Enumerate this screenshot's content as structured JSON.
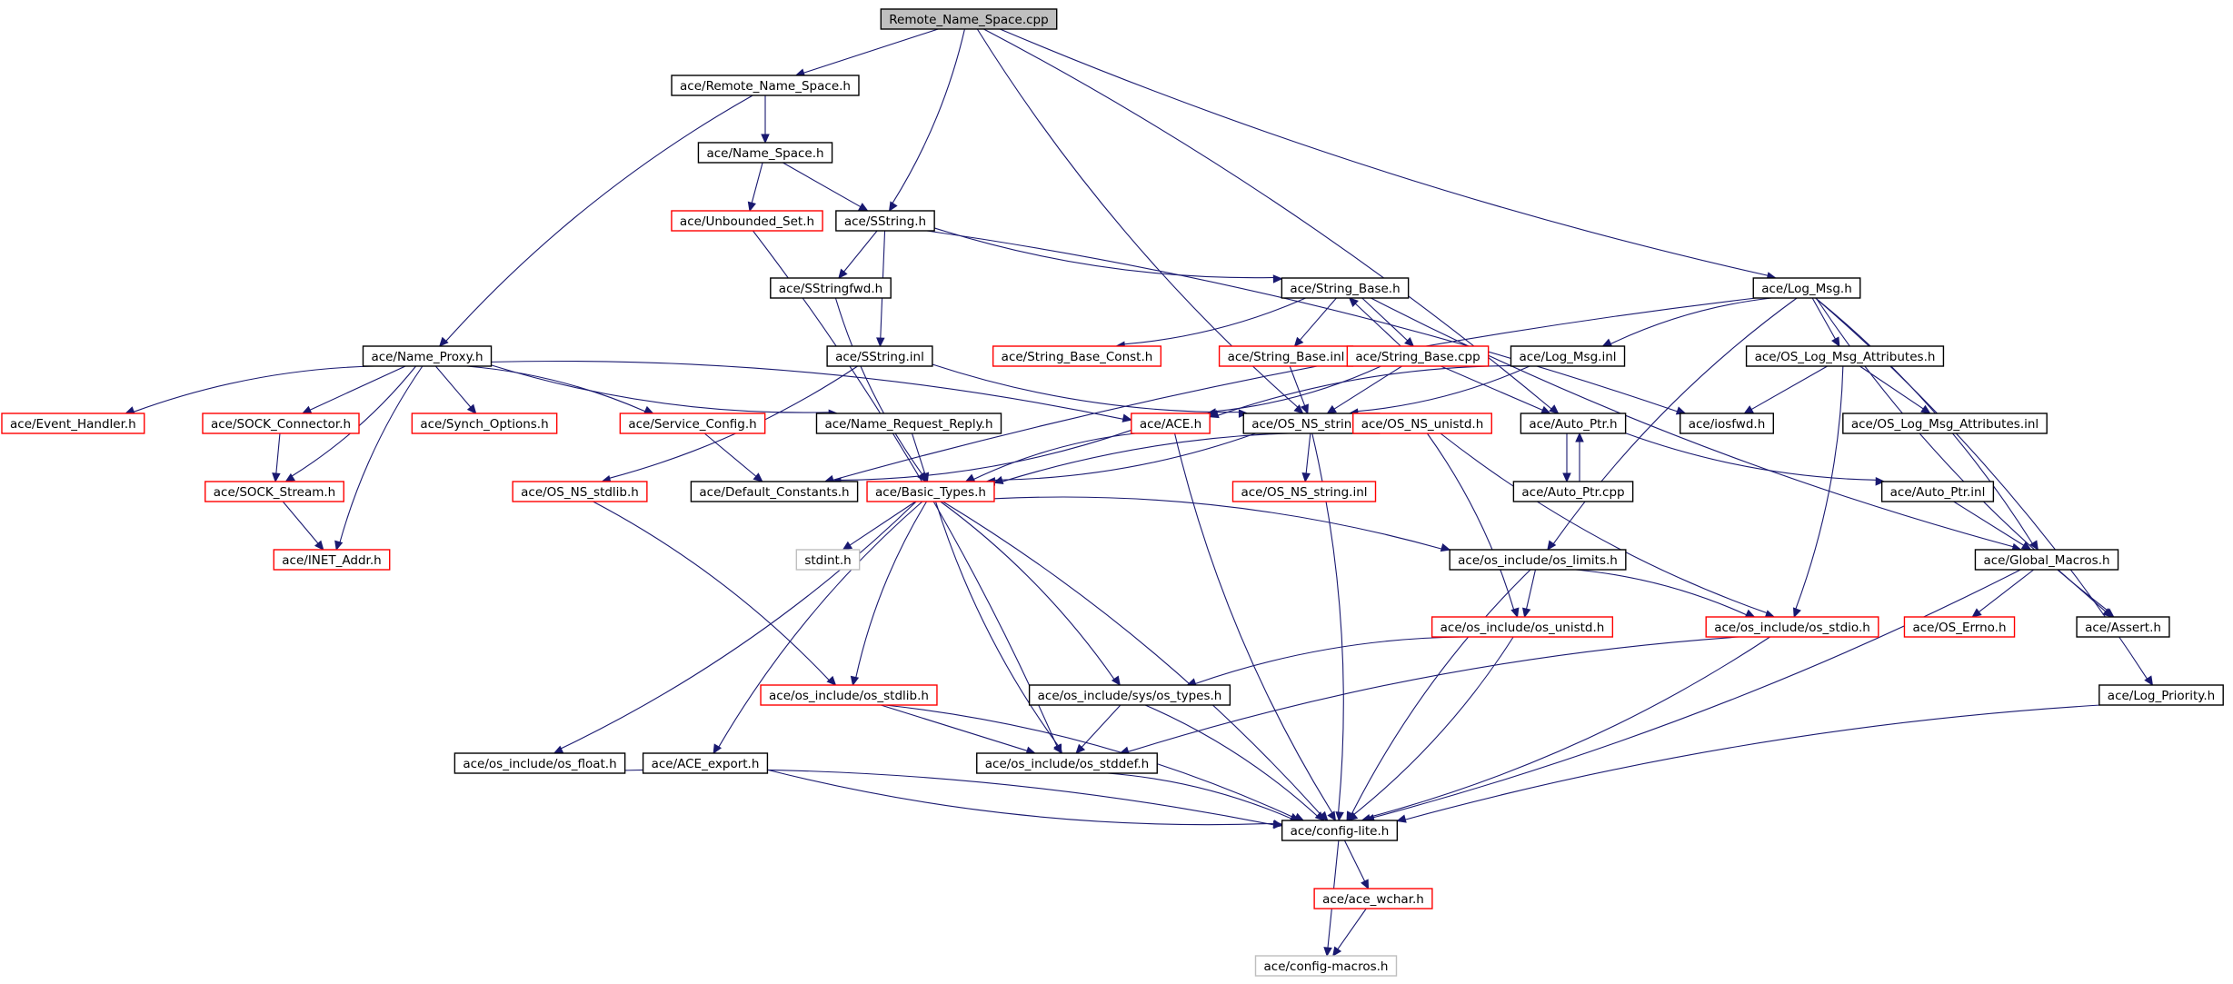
{
  "colors": {
    "edge": "#191970",
    "border_normal": "#000000",
    "border_truncated": "#ff0000",
    "border_system": "#bfbfbf",
    "root_fill": "#bfbfbf",
    "background": "#ffffff"
  },
  "nodes": [
    {
      "id": "root",
      "label": "Remote_Name_Space.cpp",
      "style": "root"
    },
    {
      "id": "rns_h",
      "label": "ace/Remote_Name_Space.h",
      "style": "normal"
    },
    {
      "id": "ns_h",
      "label": "ace/Name_Space.h",
      "style": "normal"
    },
    {
      "id": "uset",
      "label": "ace/Unbounded_Set.h",
      "style": "trunc"
    },
    {
      "id": "sstring",
      "label": "ace/SString.h",
      "style": "normal"
    },
    {
      "id": "sstrfwd",
      "label": "ace/SStringfwd.h",
      "style": "normal"
    },
    {
      "id": "strbase",
      "label": "ace/String_Base.h",
      "style": "normal"
    },
    {
      "id": "logmsg",
      "label": "ace/Log_Msg.h",
      "style": "normal"
    },
    {
      "id": "nproxy",
      "label": "ace/Name_Proxy.h",
      "style": "normal"
    },
    {
      "id": "sstrinl",
      "label": "ace/SString.inl",
      "style": "normal"
    },
    {
      "id": "sbconst",
      "label": "ace/String_Base_Const.h",
      "style": "trunc"
    },
    {
      "id": "sbinl",
      "label": "ace/String_Base.inl",
      "style": "trunc"
    },
    {
      "id": "sbcpp",
      "label": "ace/String_Base.cpp",
      "style": "trunc"
    },
    {
      "id": "logmsginl",
      "label": "ace/Log_Msg.inl",
      "style": "normal"
    },
    {
      "id": "oslma",
      "label": "ace/OS_Log_Msg_Attributes.h",
      "style": "normal"
    },
    {
      "id": "evh",
      "label": "ace/Event_Handler.h",
      "style": "trunc"
    },
    {
      "id": "sockc",
      "label": "ace/SOCK_Connector.h",
      "style": "trunc"
    },
    {
      "id": "synch",
      "label": "ace/Synch_Options.h",
      "style": "trunc"
    },
    {
      "id": "svcconf",
      "label": "ace/Service_Config.h",
      "style": "trunc"
    },
    {
      "id": "nrr",
      "label": "ace/Name_Request_Reply.h",
      "style": "normal"
    },
    {
      "id": "ace_h",
      "label": "ace/ACE.h",
      "style": "trunc"
    },
    {
      "id": "osnsstr",
      "label": "ace/OS_NS_string.h",
      "style": "normal"
    },
    {
      "id": "osnsuni",
      "label": "ace/OS_NS_unistd.h",
      "style": "trunc"
    },
    {
      "id": "autoptr",
      "label": "ace/Auto_Ptr.h",
      "style": "normal"
    },
    {
      "id": "iosfwd",
      "label": "ace/iosfwd.h",
      "style": "normal"
    },
    {
      "id": "oslmainl",
      "label": "ace/OS_Log_Msg_Attributes.inl",
      "style": "normal"
    },
    {
      "id": "socks",
      "label": "ace/SOCK_Stream.h",
      "style": "trunc"
    },
    {
      "id": "osnsstdlib",
      "label": "ace/OS_NS_stdlib.h",
      "style": "trunc"
    },
    {
      "id": "defconst",
      "label": "ace/Default_Constants.h",
      "style": "normal"
    },
    {
      "id": "btypes",
      "label": "ace/Basic_Types.h",
      "style": "trunc"
    },
    {
      "id": "osnsstrinl",
      "label": "ace/OS_NS_string.inl",
      "style": "trunc"
    },
    {
      "id": "autoptrcpp",
      "label": "ace/Auto_Ptr.cpp",
      "style": "normal"
    },
    {
      "id": "autoptrinl",
      "label": "ace/Auto_Ptr.inl",
      "style": "normal"
    },
    {
      "id": "inet",
      "label": "ace/INET_Addr.h",
      "style": "trunc"
    },
    {
      "id": "stdint",
      "label": "stdint.h",
      "style": "system"
    },
    {
      "id": "oslimits",
      "label": "ace/os_include/os_limits.h",
      "style": "normal"
    },
    {
      "id": "gmacros",
      "label": "ace/Global_Macros.h",
      "style": "normal"
    },
    {
      "id": "osunistd",
      "label": "ace/os_include/os_unistd.h",
      "style": "trunc"
    },
    {
      "id": "osstdio",
      "label": "ace/os_include/os_stdio.h",
      "style": "trunc"
    },
    {
      "id": "oserrno",
      "label": "ace/OS_Errno.h",
      "style": "trunc"
    },
    {
      "id": "assert",
      "label": "ace/Assert.h",
      "style": "normal"
    },
    {
      "id": "osstdlib",
      "label": "ace/os_include/os_stdlib.h",
      "style": "trunc"
    },
    {
      "id": "ostypes",
      "label": "ace/os_include/sys/os_types.h",
      "style": "normal"
    },
    {
      "id": "logprio",
      "label": "ace/Log_Priority.h",
      "style": "normal"
    },
    {
      "id": "osfloat",
      "label": "ace/os_include/os_float.h",
      "style": "normal"
    },
    {
      "id": "aceexp",
      "label": "ace/ACE_export.h",
      "style": "normal"
    },
    {
      "id": "osstddef",
      "label": "ace/os_include/os_stddef.h",
      "style": "normal"
    },
    {
      "id": "cfglite",
      "label": "ace/config-lite.h",
      "style": "normal"
    },
    {
      "id": "wchar",
      "label": "ace/ace_wchar.h",
      "style": "trunc"
    },
    {
      "id": "cfgmac",
      "label": "ace/config-macros.h",
      "style": "system"
    }
  ],
  "edges": [
    [
      "root",
      "rns_h"
    ],
    [
      "root",
      "sstring"
    ],
    [
      "root",
      "logmsg"
    ],
    [
      "root",
      "autoptr"
    ],
    [
      "root",
      "osnsstr"
    ],
    [
      "rns_h",
      "ns_h"
    ],
    [
      "rns_h",
      "nproxy"
    ],
    [
      "ns_h",
      "uset"
    ],
    [
      "ns_h",
      "sstring"
    ],
    [
      "uset",
      "osstddef"
    ],
    [
      "sstring",
      "sstrfwd"
    ],
    [
      "sstring",
      "sstrinl"
    ],
    [
      "sstring",
      "strbase"
    ],
    [
      "sstring",
      "iosfwd"
    ],
    [
      "sstrfwd",
      "btypes"
    ],
    [
      "sstrinl",
      "osnsstdlib"
    ],
    [
      "sstrinl",
      "osnsstr"
    ],
    [
      "strbase",
      "sbconst"
    ],
    [
      "strbase",
      "sbinl"
    ],
    [
      "strbase",
      "sbcpp"
    ],
    [
      "strbase",
      "gmacros"
    ],
    [
      "sbinl",
      "osnsstr"
    ],
    [
      "sbcpp",
      "strbase"
    ],
    [
      "sbcpp",
      "ace_h"
    ],
    [
      "sbcpp",
      "osnsstr"
    ],
    [
      "sbcpp",
      "autoptr"
    ],
    [
      "logmsg",
      "logmsginl"
    ],
    [
      "logmsg",
      "oslma"
    ],
    [
      "logmsg",
      "defconst"
    ],
    [
      "logmsg",
      "gmacros"
    ],
    [
      "logmsg",
      "assert"
    ],
    [
      "logmsg",
      "logprio"
    ],
    [
      "logmsg",
      "oslimits"
    ],
    [
      "logmsginl",
      "osnsstr"
    ],
    [
      "logmsginl",
      "ace_h"
    ],
    [
      "oslma",
      "iosfwd"
    ],
    [
      "oslma",
      "oslmainl"
    ],
    [
      "oslma",
      "osstdio"
    ],
    [
      "nproxy",
      "evh"
    ],
    [
      "nproxy",
      "sockc"
    ],
    [
      "nproxy",
      "synch"
    ],
    [
      "nproxy",
      "svcconf"
    ],
    [
      "nproxy",
      "nrr"
    ],
    [
      "nproxy",
      "socks"
    ],
    [
      "nproxy",
      "inet"
    ],
    [
      "nproxy",
      "ace_h"
    ],
    [
      "sockc",
      "socks"
    ],
    [
      "socks",
      "inet"
    ],
    [
      "svcconf",
      "defconst"
    ],
    [
      "nrr",
      "btypes"
    ],
    [
      "ace_h",
      "btypes"
    ],
    [
      "ace_h",
      "defconst"
    ],
    [
      "ace_h",
      "cfglite"
    ],
    [
      "osnsstr",
      "btypes"
    ],
    [
      "osnsstr",
      "osnsstrinl"
    ],
    [
      "osnsstr",
      "cfglite"
    ],
    [
      "osnsuni",
      "btypes"
    ],
    [
      "osnsuni",
      "osunistd"
    ],
    [
      "osnsuni",
      "osstdio"
    ],
    [
      "autoptr",
      "autoptrcpp"
    ],
    [
      "autoptr",
      "autoptrinl"
    ],
    [
      "autoptrcpp",
      "autoptr"
    ],
    [
      "autoptrinl",
      "gmacros"
    ],
    [
      "osnsstdlib",
      "osstdlib"
    ],
    [
      "btypes",
      "stdint"
    ],
    [
      "btypes",
      "oslimits"
    ],
    [
      "btypes",
      "osstdlib"
    ],
    [
      "btypes",
      "ostypes"
    ],
    [
      "btypes",
      "osstddef"
    ],
    [
      "btypes",
      "osfloat"
    ],
    [
      "btypes",
      "aceexp"
    ],
    [
      "btypes",
      "cfglite"
    ],
    [
      "oslimits",
      "osunistd"
    ],
    [
      "oslimits",
      "osstdio"
    ],
    [
      "oslimits",
      "cfglite"
    ],
    [
      "gmacros",
      "oserrno"
    ],
    [
      "gmacros",
      "assert"
    ],
    [
      "gmacros",
      "cfglite"
    ],
    [
      "osunistd",
      "ostypes"
    ],
    [
      "osunistd",
      "cfglite"
    ],
    [
      "osstdio",
      "osstddef"
    ],
    [
      "osstdio",
      "cfglite"
    ],
    [
      "osstdlib",
      "osstddef"
    ],
    [
      "osstdlib",
      "cfglite"
    ],
    [
      "ostypes",
      "osstddef"
    ],
    [
      "ostypes",
      "cfglite"
    ],
    [
      "logprio",
      "cfglite"
    ],
    [
      "osfloat",
      "cfglite"
    ],
    [
      "aceexp",
      "cfglite"
    ],
    [
      "osstddef",
      "cfglite"
    ],
    [
      "cfglite",
      "wchar"
    ],
    [
      "cfglite",
      "cfgmac"
    ],
    [
      "wchar",
      "cfgmac"
    ]
  ]
}
